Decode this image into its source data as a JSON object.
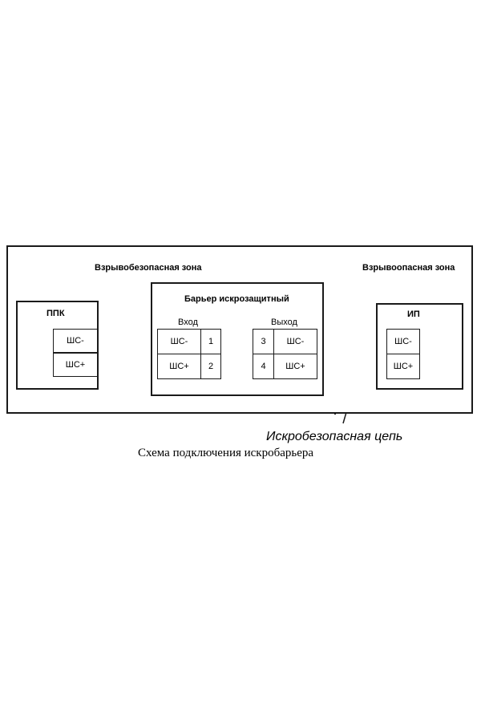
{
  "zones": {
    "safe": "Взрывобезопасная зона",
    "hazard": "Взрывоопасная зона"
  },
  "ppk": {
    "title": "ППК",
    "terminals": [
      "ШС-",
      "ШС+"
    ]
  },
  "barrier": {
    "title": "Барьер искрозащитный",
    "input": {
      "label": "Вход",
      "terminals": [
        "ШС-",
        "ШС+"
      ],
      "numbers": [
        "1",
        "2"
      ]
    },
    "output": {
      "label": "Выход",
      "terminals": [
        "ШС-",
        "ШС+"
      ],
      "numbers": [
        "3",
        "4"
      ]
    }
  },
  "ip": {
    "title": "ИП",
    "terminals": [
      "ШС-",
      "ШС+"
    ]
  },
  "annotation": "Искробезопасная цепь",
  "caption": "Схема подключения искробарьера"
}
